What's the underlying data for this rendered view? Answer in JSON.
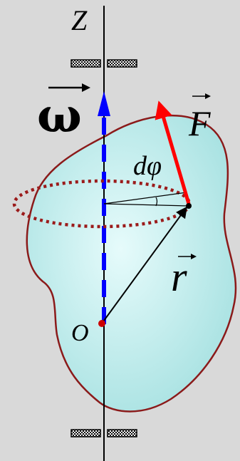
{
  "diagram": {
    "axis_label": "Z",
    "omega_symbol": "ω",
    "force_symbol": "F",
    "angle_label": "dφ",
    "position_symbol": "r",
    "origin_label": "O",
    "colors": {
      "background": "#d9d9d9",
      "body_fill": "#b9ecec",
      "body_outline": "#8b1a1a",
      "force_vector": "#ff0000",
      "omega_arrow": "#0000ff",
      "dotted_circle": "#9b1b1b",
      "origin_point": "#cc0000",
      "bearing": "#000000"
    },
    "icons": [
      "bearing-top",
      "bearing-bottom",
      "rotation-axis",
      "omega-arrow",
      "force-arrow",
      "position-arrow"
    ]
  }
}
